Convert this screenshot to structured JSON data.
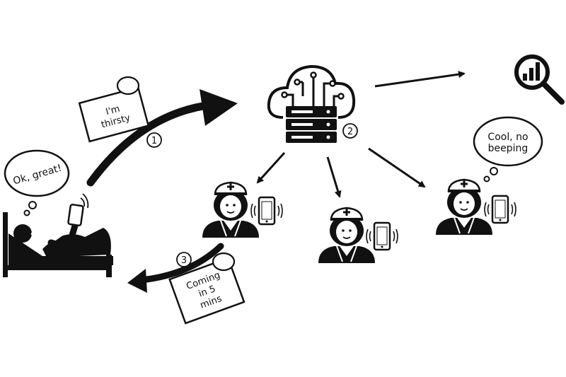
{
  "bubbles": {
    "patient": "Ok, great!",
    "nurse": [
      "Cool, no",
      "beeping"
    ]
  },
  "notes": {
    "request": [
      "I'm",
      "thirsty"
    ],
    "reply": [
      "Coming",
      "in 5",
      "mins"
    ]
  },
  "steps": [
    "1",
    "2",
    "3"
  ],
  "colors": {
    "ink": "#111111",
    "paper": "#ffffff"
  },
  "icons": [
    "patient-in-bed-icon",
    "smartphone-icon",
    "cloud-server-icon",
    "nurse-icon",
    "analytics-magnifier-icon"
  ]
}
